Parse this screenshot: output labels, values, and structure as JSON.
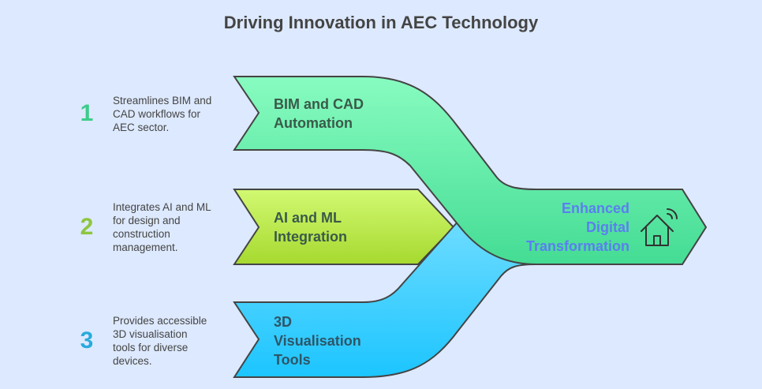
{
  "title": "Driving Innovation in AEC Technology",
  "items": [
    {
      "number": "1",
      "label_line1": "BIM and CAD",
      "label_line2": "Automation",
      "label_line3": "",
      "desc_line1": "Streamlines BIM and",
      "desc_line2": "CAD workflows for",
      "desc_line3": "AEC sector.",
      "desc_line4": "",
      "color": "#3dcc8a"
    },
    {
      "number": "2",
      "label_line1": "AI and ML",
      "label_line2": "Integration",
      "label_line3": "",
      "desc_line1": "Integrates AI and ML",
      "desc_line2": "for design and",
      "desc_line3": "construction",
      "desc_line4": "management.",
      "color": "#8dc63f"
    },
    {
      "number": "3",
      "label_line1": "3D",
      "label_line2": "Visualisation",
      "label_line3": "Tools",
      "desc_line1": "Provides accessible",
      "desc_line2": "3D visualisation",
      "desc_line3": "tools for diverse",
      "desc_line4": "devices.",
      "color": "#29aadd"
    }
  ],
  "outcome": {
    "line1": "Enhanced",
    "line2": "Digital",
    "line3": "Transformation",
    "icon": "smart-home-icon",
    "color": "#5b7ff0"
  }
}
